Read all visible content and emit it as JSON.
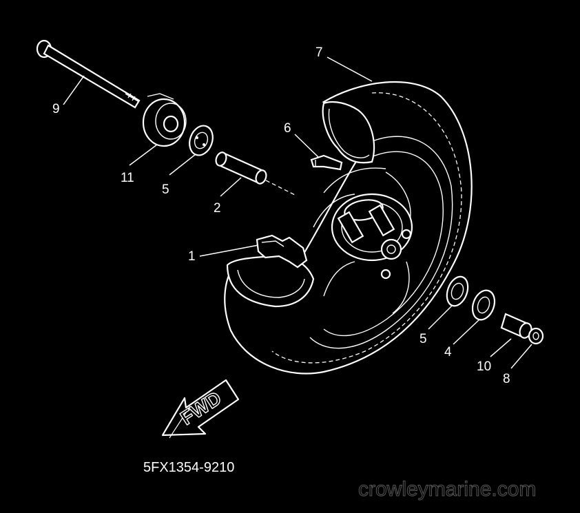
{
  "diagram": {
    "part_code": "5FX1354-9210",
    "watermark": "crowleymarine.com",
    "direction_label": "FWD",
    "callouts": [
      {
        "id": "1",
        "label": "1",
        "part": "speedometer-gear-unit"
      },
      {
        "id": "2",
        "label": "2",
        "part": "spacer"
      },
      {
        "id": "4",
        "label": "4",
        "part": "oil-seal"
      },
      {
        "id": "5a",
        "label": "5",
        "part": "bearing-left"
      },
      {
        "id": "5b",
        "label": "5",
        "part": "bearing-right"
      },
      {
        "id": "6",
        "label": "6",
        "part": "valve"
      },
      {
        "id": "7",
        "label": "7",
        "part": "tire"
      },
      {
        "id": "8",
        "label": "8",
        "part": "collar"
      },
      {
        "id": "9",
        "label": "9",
        "part": "wheel-axle"
      },
      {
        "id": "10",
        "label": "10",
        "part": "collar"
      },
      {
        "id": "11",
        "label": "11",
        "part": "drive-hub"
      }
    ]
  }
}
